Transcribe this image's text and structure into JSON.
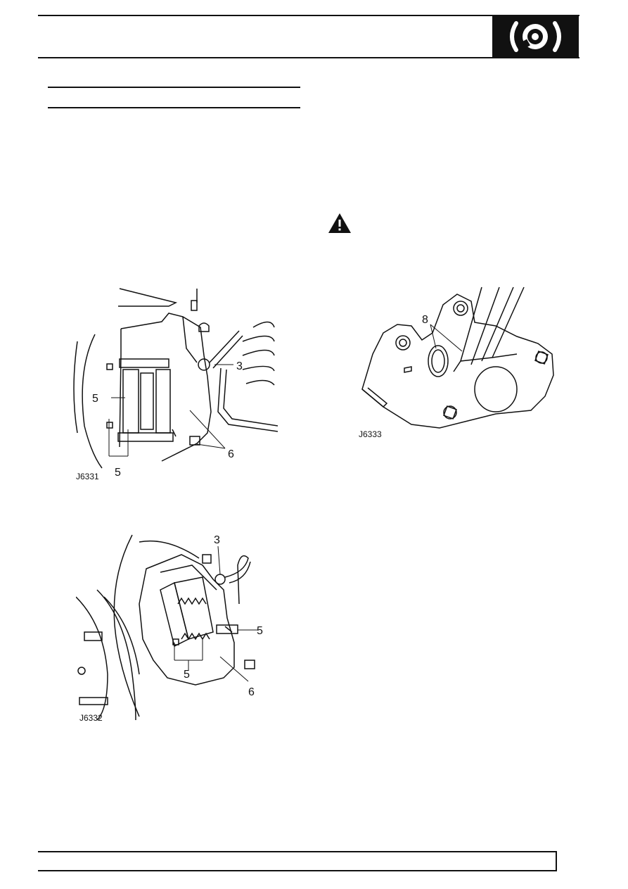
{
  "header": {
    "icon": "brake-disc-icon"
  },
  "warning": {
    "icon": "warning-triangle-icon"
  },
  "figures": [
    {
      "id": "J6331",
      "callouts": [
        "3",
        "5",
        "6",
        "5"
      ]
    },
    {
      "id": "J6332",
      "callouts": [
        "3",
        "5",
        "5",
        "6"
      ]
    },
    {
      "id": "J6333",
      "callouts": [
        "8"
      ]
    }
  ],
  "colors": {
    "ink": "#111111",
    "paper": "#ffffff"
  }
}
